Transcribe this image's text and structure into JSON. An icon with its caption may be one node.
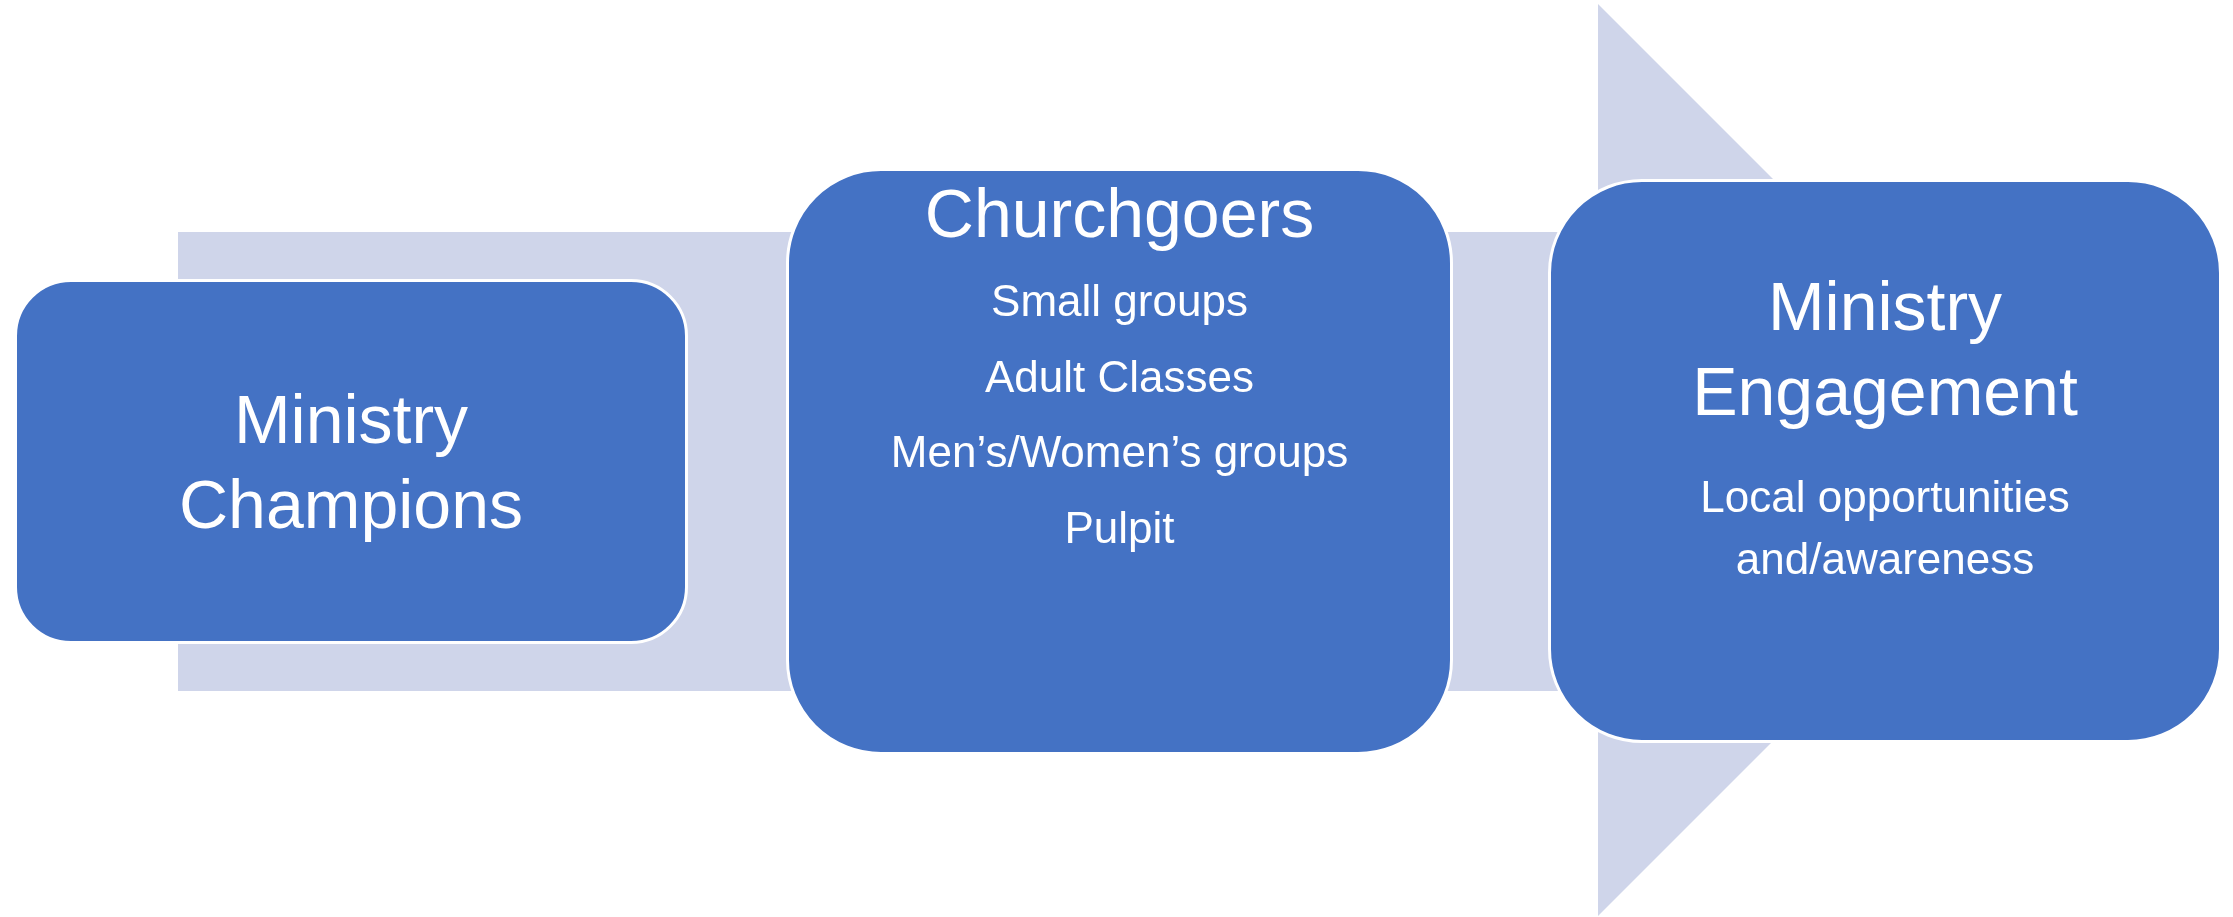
{
  "diagram": {
    "nodes": [
      {
        "text": [
          "Ministry Champions"
        ]
      },
      {
        "text": [
          "Churchgoers",
          "Small groups",
          "Adult Classes",
          "Men’s/Women’s groups",
          "Pulpit"
        ]
      },
      {
        "text": [
          "Ministry Engagement",
          "Local opportunities and/awareness"
        ]
      }
    ],
    "edges": [
      {
        "from": 0,
        "to": 2,
        "arrow": "to"
      }
    ]
  }
}
